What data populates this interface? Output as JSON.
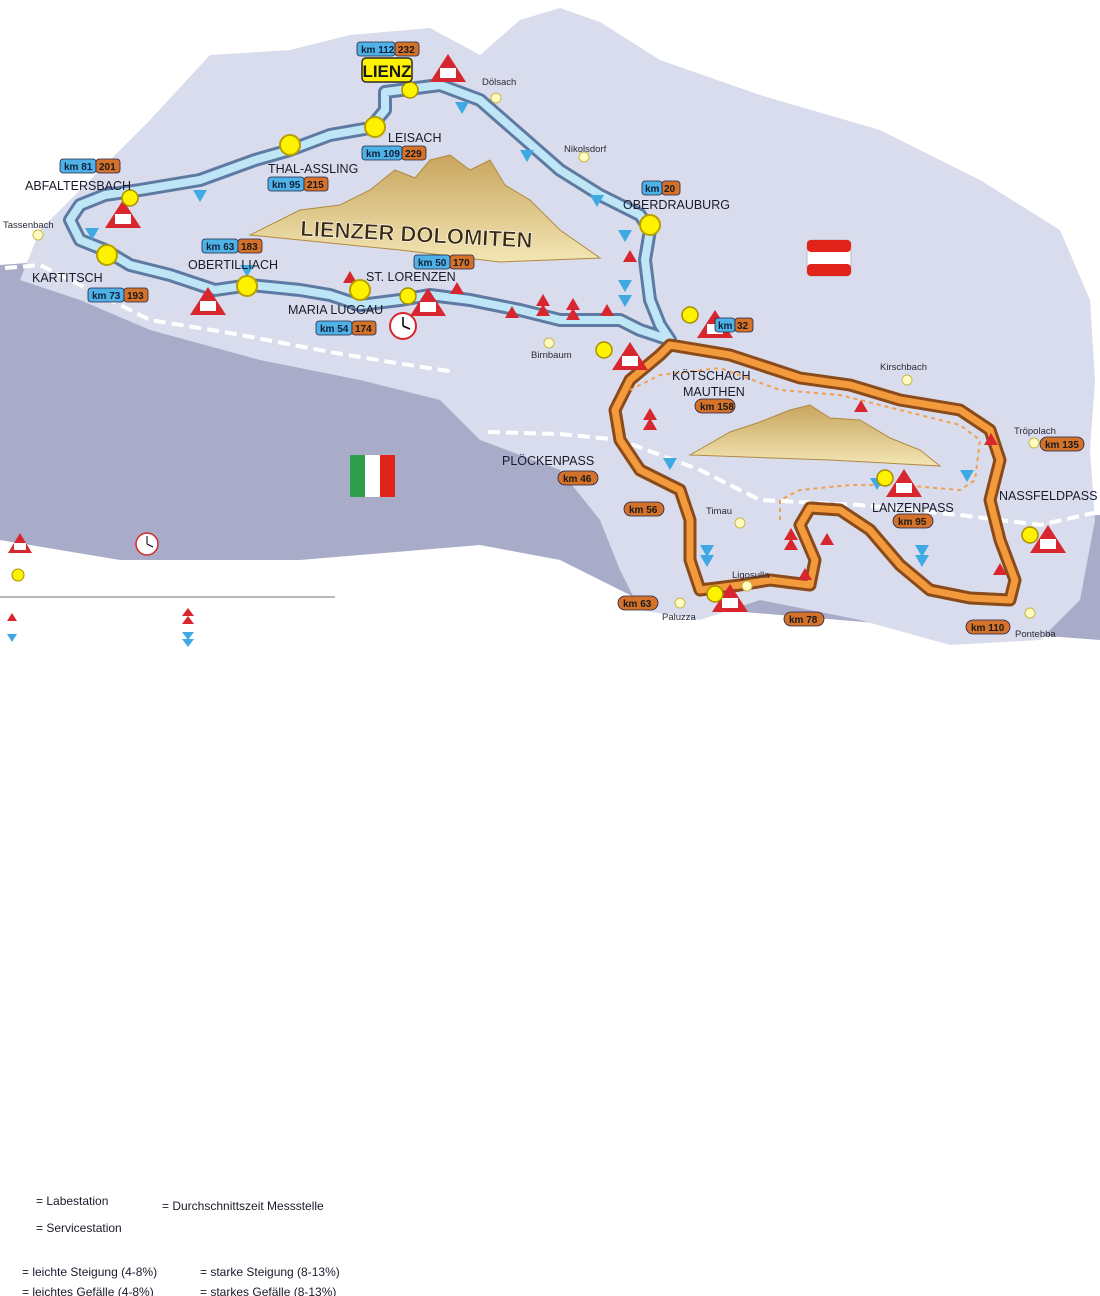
{
  "title": "LIENZER DOLOMITEN",
  "colors": {
    "region_fill": "#d9dcec",
    "italy_fill": "#a9acc8",
    "route_blue": "#6cc3ea",
    "route_orange": "#e0771e",
    "km_blue": "#4fb2e6",
    "km_orange": "#d4722a",
    "town_dot": "#fff200",
    "uphill": "#d8262e",
    "downhill": "#3ea9e3"
  },
  "towns": [
    {
      "name": "LIENZ"
    },
    {
      "name": "LEISACH"
    },
    {
      "name": "THAL-ASSLING"
    },
    {
      "name": "ABFALTERSBACH"
    },
    {
      "name": "KARTITSCH"
    },
    {
      "name": "OBERTILLIACH"
    },
    {
      "name": "MARIA LUGGAU"
    },
    {
      "name": "ST. LORENZEN"
    },
    {
      "name": "OBERDRAUBURG"
    },
    {
      "name": "KÖTSCHACH"
    },
    {
      "name": "MAUTHEN"
    },
    {
      "name": "PLÖCKENPASS"
    },
    {
      "name": "LANZENPASS"
    },
    {
      "name": "NASSFELDPASS"
    }
  ],
  "villages": [
    "Dölsach",
    "Nikolsdorf",
    "Tassenbach",
    "Birnbaum",
    "Kirschbach",
    "Tröpolach",
    "Timau",
    "Ligosulla",
    "Paluzza",
    "Pontebba"
  ],
  "km_badges": {
    "lienz": {
      "km": "km 112",
      "total": "232"
    },
    "leisach": {
      "km": "km 109",
      "total": "229"
    },
    "thal": {
      "km": "km 95",
      "total": "215"
    },
    "abfalt": {
      "km": "km 81",
      "total": "201"
    },
    "kartitsch": {
      "km": "km 73",
      "total": "193"
    },
    "obertill": {
      "km": "km 63",
      "total": "183"
    },
    "maria": {
      "km": "km 54",
      "total": "174"
    },
    "lorenzen": {
      "km": "km 50",
      "total": "170"
    },
    "oberdrau": {
      "km": "km",
      "total": "20"
    },
    "station32": {
      "km": "km",
      "total": "32"
    },
    "koetschach": "km 158",
    "ploecken": "km 46",
    "km56": "km 56",
    "km63": "km 63",
    "km78": "km 78",
    "lanzen": "km 95",
    "km110": "km 110",
    "nassfeld": "km 135"
  },
  "legend": {
    "labestation": "= Labestation",
    "servicestation": "= Servicestation",
    "durchschnitt": "= Durchschnittszeit Messstelle",
    "leichte_steigung": "= leichte Steigung (4-8%)",
    "starke_steigung": "= starke Steigung (8-13%)",
    "leichtes_gefaelle": "= leichtes Gefälle (4-8%)",
    "starkes_gefaelle": "= starkes Gefälle (8-13%)"
  }
}
